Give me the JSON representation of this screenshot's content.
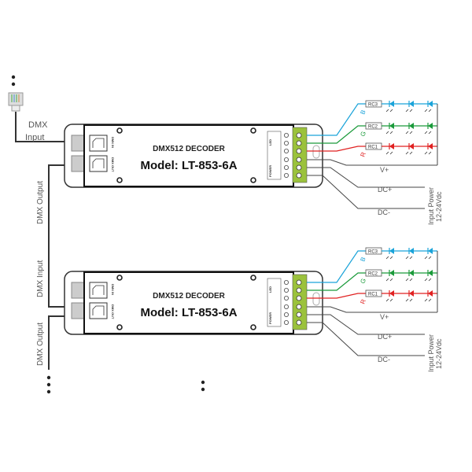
{
  "decoders": [
    {
      "title": "DMX512 DECODER",
      "model": "Model: LT-853-6A",
      "port_in": "DMX IN",
      "port_out": "DMX OUT",
      "led_label": "LED",
      "power_label": "POWER"
    },
    {
      "title": "DMX512 DECODER",
      "model": "Model: LT-853-6A",
      "port_in": "DMX IN",
      "port_out": "DMX OUT",
      "led_label": "LED",
      "power_label": "POWER"
    }
  ],
  "outputs": {
    "channels": [
      {
        "letter": "B",
        "resistor": "RC3",
        "color": "#1aa3d9"
      },
      {
        "letter": "G",
        "resistor": "RC2",
        "color": "#1a9a3a"
      },
      {
        "letter": "R",
        "resistor": "RC1",
        "color": "#e02020"
      }
    ],
    "vplus": "V+",
    "dcplus": "DC+",
    "dcminus": "DC-",
    "power_line1": "Input Power",
    "power_line2": "12-24Vdc"
  },
  "left_labels": {
    "dmx_input_top_1": "DMX",
    "dmx_input_top_2": "Input",
    "dmx_output_1": "DMX Output",
    "dmx_input_2": "DMX Input",
    "dmx_output_2": "DMX Output"
  },
  "colors": {
    "terminal": "#9bc23c",
    "wire": "#444444"
  }
}
